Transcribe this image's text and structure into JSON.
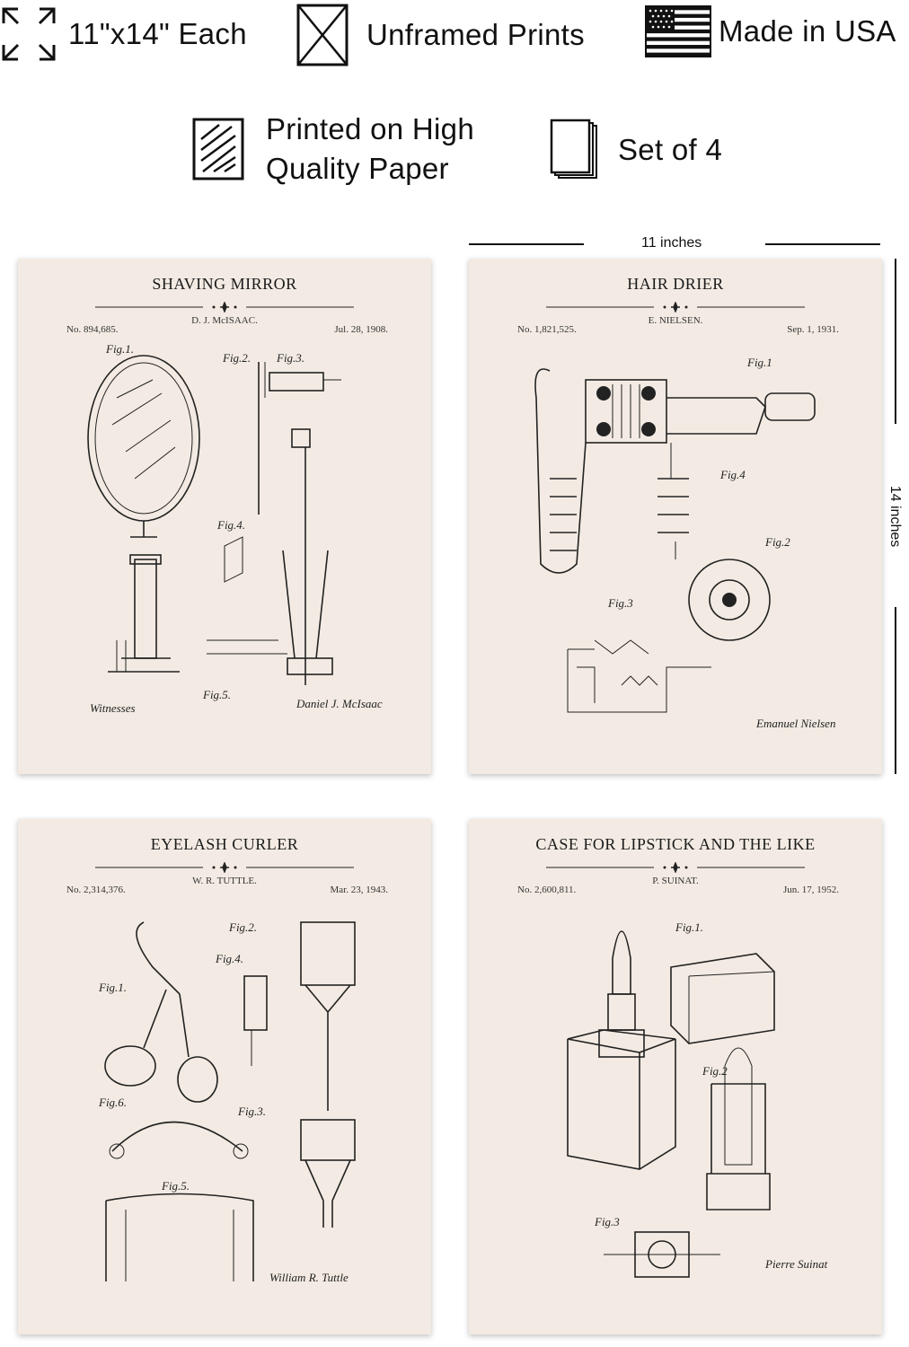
{
  "features": {
    "size": {
      "label": "11\"x14\" Each",
      "icon": "expand-arrows-icon"
    },
    "unframed": {
      "label": "Unframed Prints",
      "icon": "crossed-frame-icon"
    },
    "usa": {
      "label": "Made in USA",
      "icon": "us-flag-icon"
    },
    "paper_line1": "Printed on High",
    "paper_line2": "Quality Paper",
    "set": {
      "label": "Set of 4",
      "icon": "stacked-sheets-icon"
    }
  },
  "dimensions": {
    "width": "11 inches",
    "height": "14 inches"
  },
  "posters": [
    {
      "title": "SHAVING MIRROR",
      "inventor": "D. J. McISAAC.",
      "number": "No. 894,685.",
      "date": "Jul. 28, 1908."
    },
    {
      "title": "HAIR DRIER",
      "inventor": "E. NIELSEN.",
      "number": "No. 1,821,525.",
      "date": "Sep. 1, 1931."
    },
    {
      "title": "EYELASH CURLER",
      "inventor": "W. R. TUTTLE.",
      "number": "No. 2,314,376.",
      "date": "Mar. 23, 1943."
    },
    {
      "title": "CASE FOR LIPSTICK AND THE LIKE",
      "inventor": "P. SUINAT.",
      "number": "No. 2,600,811.",
      "date": "Jun. 17, 1952."
    }
  ],
  "colors": {
    "poster_bg": "#f3ebe3",
    "ink": "#222222"
  }
}
